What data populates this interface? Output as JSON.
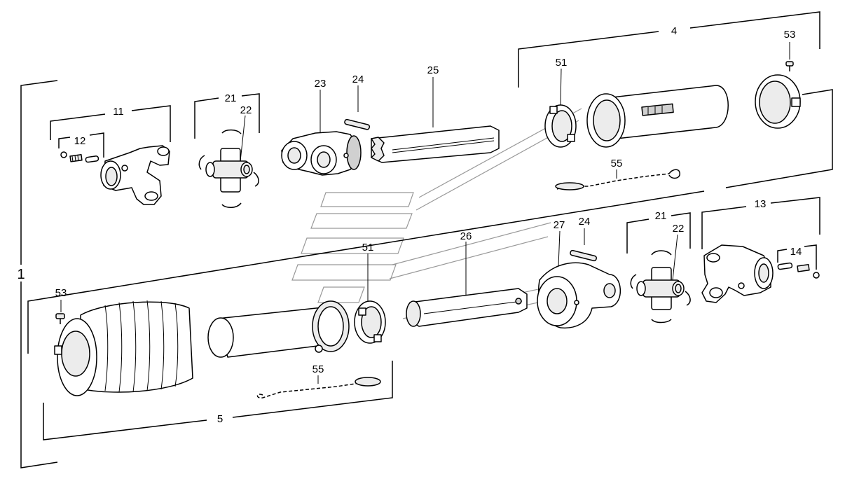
{
  "callouts": {
    "assembly": "1",
    "outer_tube_group": "4",
    "inner_tube_group": "5",
    "yoke_left": "11",
    "yoke_left_screw": "12",
    "yoke_right": "13",
    "yoke_right_screw": "14",
    "cross_left": "21",
    "cross_left_bearing": "22",
    "cross_right": "21",
    "cross_right_bearing": "22",
    "inner_yoke": "23",
    "pin_top": "24",
    "pin_bottom": "24",
    "outer_profile_tube": "25",
    "inner_profile_tube": "26",
    "inner_yoke_bottom": "27",
    "bearing_ring_top": "51",
    "bearing_ring_bottom": "51",
    "screw_top": "53",
    "screw_bottom": "53",
    "chain_top": "55",
    "chain_bottom": "55"
  }
}
